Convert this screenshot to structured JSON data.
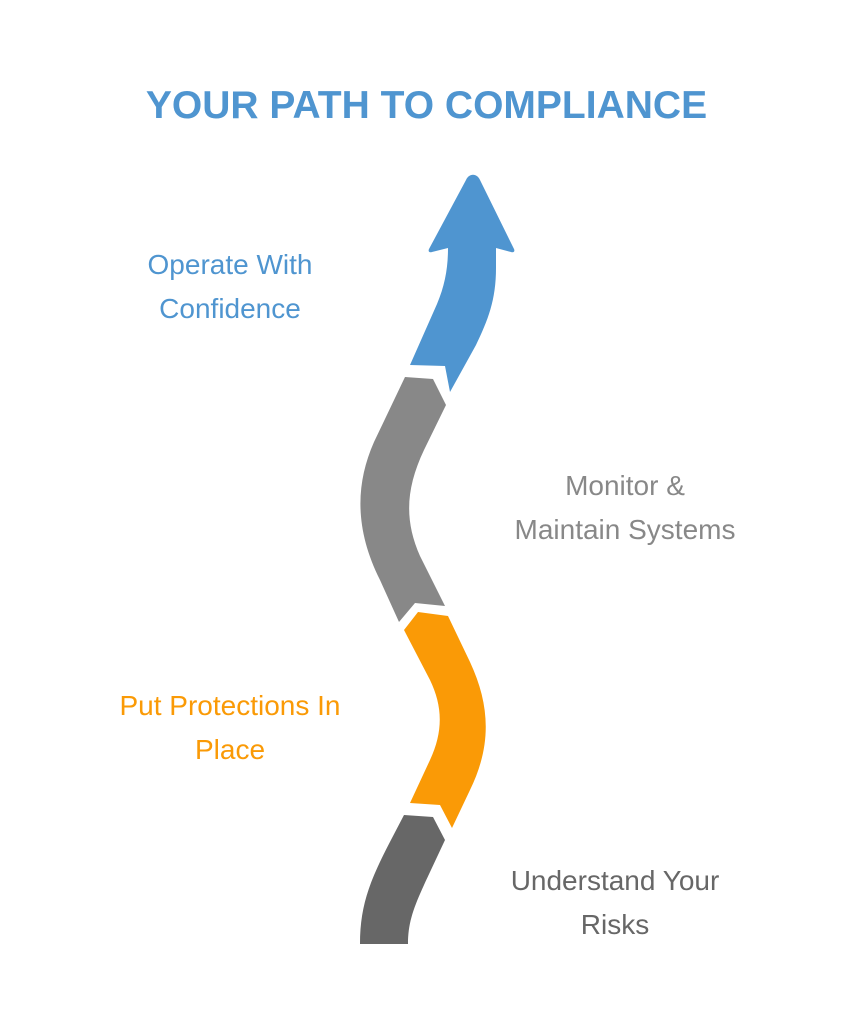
{
  "title": "YOUR PATH TO COMPLIANCE",
  "colors": {
    "title": "#4f95d0",
    "step_operate": "#4f95d0",
    "step_monitor": "#888888",
    "step_protect": "#fa9a06",
    "step_understand": "#676767",
    "background": "#ffffff"
  },
  "steps": [
    {
      "id": "understand",
      "order": 1,
      "lines": [
        "Understand Your",
        "Risks"
      ],
      "color": "#676767"
    },
    {
      "id": "protect",
      "order": 2,
      "lines": [
        "Put Protections In",
        "Place"
      ],
      "color": "#fa9a06"
    },
    {
      "id": "monitor",
      "order": 3,
      "lines": [
        "Monitor &",
        "Maintain Systems"
      ],
      "color": "#888888"
    },
    {
      "id": "operate",
      "order": 4,
      "lines": [
        "Operate With",
        "Confidence"
      ],
      "color": "#4f95d0"
    }
  ]
}
